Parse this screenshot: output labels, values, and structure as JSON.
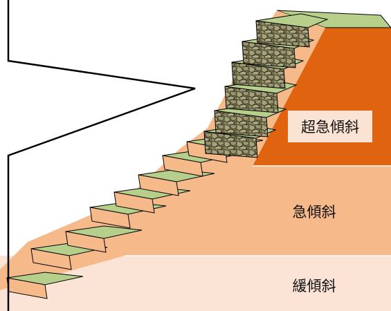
{
  "zones": {
    "super_steep": {
      "label": "超急傾斜",
      "fill_color": "#e0640f",
      "label_bg_color": "#fbe3d3"
    },
    "steep": {
      "label": "急傾斜",
      "fill_color": "#f6b98a"
    },
    "gentle": {
      "label": "緩傾斜",
      "fill_color": "#fbe4d6"
    }
  },
  "colors": {
    "terrace_top": "#b6d08c",
    "terrace_riser": "#f6b98a",
    "stone_wall_riser": "#8f8a63",
    "outline": "#000000"
  }
}
